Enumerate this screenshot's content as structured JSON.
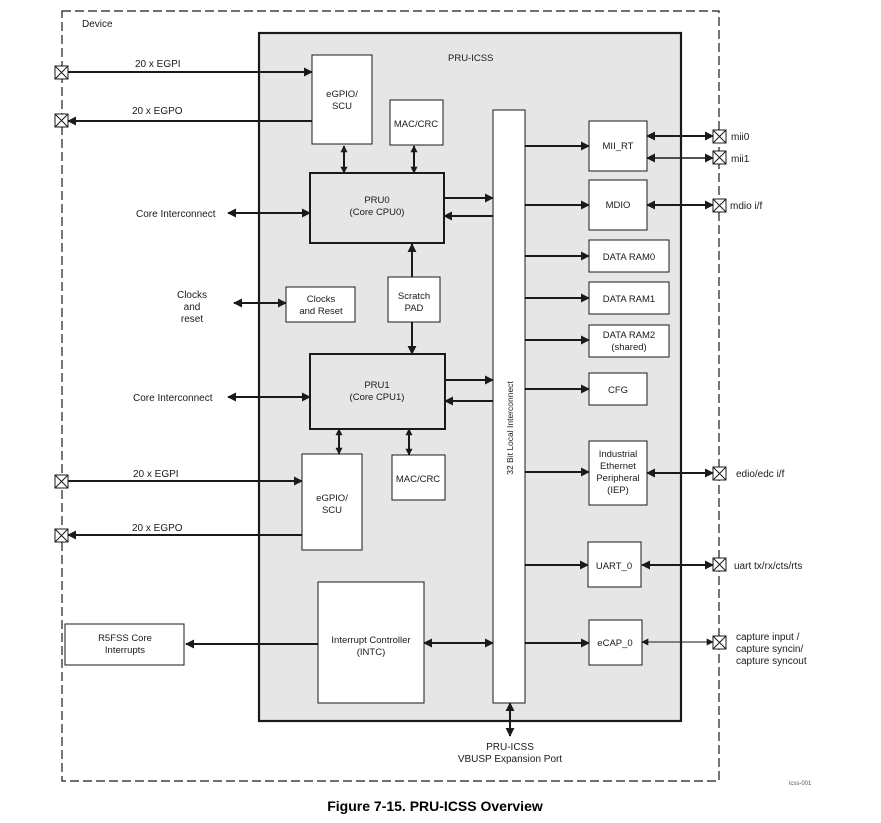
{
  "figure": {
    "caption": "Figure 7-15. PRU-ICSS Overview",
    "tag": "icss-001",
    "device_label": "Device",
    "subsystem_label": "PRU-ICSS"
  },
  "colors": {
    "subsystem_fill": "#e6e6e6",
    "block_fill": "#ffffff",
    "line": "#1a1a1a"
  },
  "blocks": {
    "egpio0": [
      "eGPIO/",
      "SCU"
    ],
    "maccrc0": [
      "MAC/CRC"
    ],
    "pru0": [
      "PRU0",
      "(Core CPU0)"
    ],
    "clocks_reset": [
      "Clocks",
      "and Reset"
    ],
    "scratch_pad": [
      "Scratch",
      "PAD"
    ],
    "pru1": [
      "PRU1",
      "(Core CPU1)"
    ],
    "egpio1": [
      "eGPIO/",
      "SCU"
    ],
    "maccrc1": [
      "MAC/CRC"
    ],
    "intc": [
      "Interrupt Controller",
      "(INTC)"
    ],
    "interconnect": "32 Bit Local Interconnect",
    "mii_rt": [
      "MII_RT"
    ],
    "mdio": [
      "MDIO"
    ],
    "data_ram0": [
      "DATA  RAM0"
    ],
    "data_ram1": [
      "DATA  RAM1"
    ],
    "data_ram2": [
      "DATA  RAM2",
      "(shared)"
    ],
    "cfg": [
      "CFG"
    ],
    "iep": [
      "Industrial",
      "Ethernet",
      "Peripheral",
      "(IEP)"
    ],
    "uart0": [
      "UART_0"
    ],
    "ecap0": [
      "eCAP_0"
    ],
    "r5fss": [
      "R5FSS Core",
      "Interrupts"
    ]
  },
  "signals": {
    "egpi0": "20 x EGPI",
    "egpo0": "20 x EGPO",
    "egpi1": "20 x EGPI",
    "egpo1": "20 x EGPO",
    "core_interconnect0": "Core Interconnect",
    "core_interconnect1": "Core Interconnect",
    "clocks_reset_ext": [
      "Clocks",
      "and",
      "reset"
    ],
    "mii0": "mii0",
    "mii1": "mii1",
    "mdio_if": "mdio i/f",
    "edio_edc_if": "edio/edc i/f",
    "uart_pins": "uart tx/rx/cts/rts",
    "capture": [
      "capture input /",
      "capture syncin/",
      "capture syncout"
    ],
    "expansion_port": [
      "PRU-ICSS",
      "VBUSP Expansion Port"
    ]
  }
}
